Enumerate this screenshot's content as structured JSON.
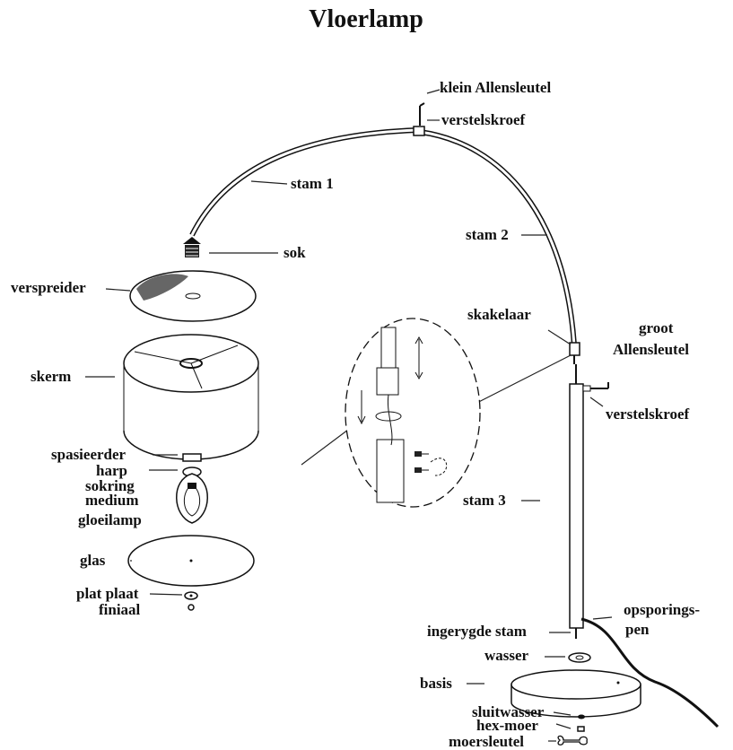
{
  "title": "Vloerlamp",
  "labels": {
    "klein_allensleutel": "klein Allensleutel",
    "verstelskroef_top": "verstelskroef",
    "stam1": "stam 1",
    "sok": "sok",
    "stam2": "stam 2",
    "verspreider": "verspreider",
    "skakelaar": "skakelaar",
    "groot": "groot",
    "allensleutel": "Allensleutel",
    "verstelskroef_mid": "verstelskroef",
    "skerm": "skerm",
    "spasieerder": "spasieerder",
    "harp": "harp",
    "sokring": "sokring",
    "medium": "medium",
    "gloeilamp": "gloeilamp",
    "stam3": "stam 3",
    "glas": "glas",
    "plat_plaat": "plat plaat",
    "finiaal": "finiaal",
    "opsporings": "opsporings-",
    "pen": "pen",
    "ingerygde_stam": "ingerygde stam",
    "wasser": "wasser",
    "basis": "basis",
    "sluitwasser": "sluitwasser",
    "hex_moer": "hex-moer",
    "moersleutel": "moersleutel"
  }
}
